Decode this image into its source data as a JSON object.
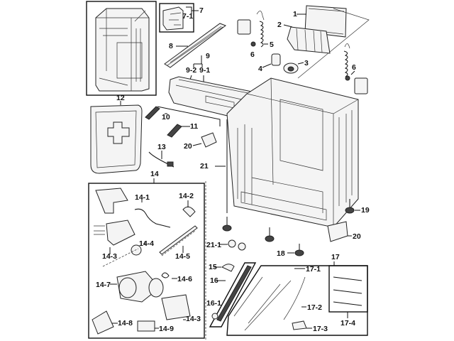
{
  "diagram": {
    "title": "Washer cabinet exploded parts diagram",
    "labels": {
      "p1": "1",
      "p2": "2",
      "p3": "3",
      "p4": "4",
      "p5": "5",
      "p6a": "6",
      "p6b": "6",
      "p7": "7",
      "p7_1": "7-1",
      "p8": "8",
      "p9": "9",
      "p9_1": "9-1",
      "p9_2": "9-2",
      "p10": "10",
      "p11": "11",
      "p12": "12",
      "p13": "13",
      "p14": "14",
      "p14_1": "14-1",
      "p14_2": "14-2",
      "p14_3a": "14-3",
      "p14_3b": "14-3",
      "p14_4": "14-4",
      "p14_5": "14-5",
      "p14_6": "14-6",
      "p14_7": "14-7",
      "p14_8": "14-8",
      "p14_9": "14-9",
      "p15": "15",
      "p16": "16",
      "p16_1": "16-1",
      "p17": "17",
      "p17_1": "17-1",
      "p17_2": "17-2",
      "p17_3": "17-3",
      "p17_4": "17-4",
      "p18": "18",
      "p19": "19",
      "p20a": "20",
      "p20b": "20",
      "p21": "21",
      "p21_1": "21-1"
    }
  }
}
